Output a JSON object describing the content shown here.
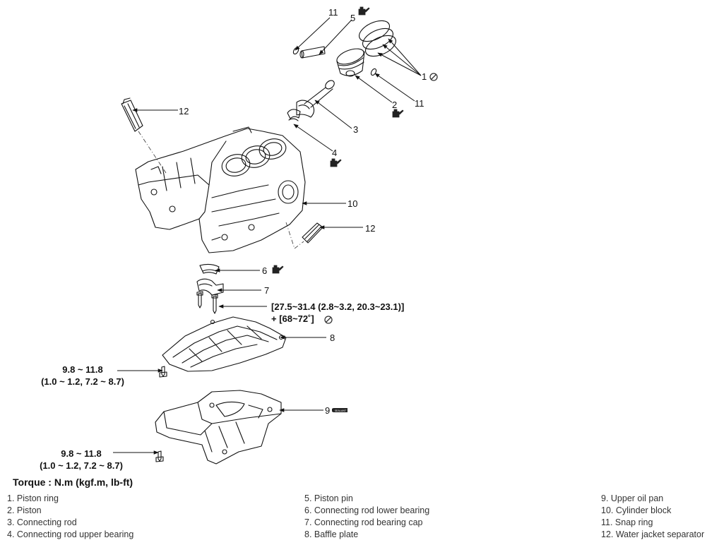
{
  "callouts": {
    "c11_top": "11",
    "c5": "5",
    "c1": "1",
    "c2": "2",
    "c11_mid": "11",
    "c12_top": "12",
    "c3": "3",
    "c4": "4",
    "c10": "10",
    "c12_bottom": "12",
    "c6": "6",
    "c7": "7",
    "c8": "8",
    "c9": "9"
  },
  "specs": {
    "bearing_cap_bolt": {
      "line1": "[27.5~31.4 (2.8~3.2, 20.3~23.1)]",
      "line2": "+ [68~72˚]"
    },
    "baffle_bolt": {
      "line1": "9.8 ~ 11.8",
      "line2": "(1.0 ~ 1.2, 7.2 ~ 8.7)"
    },
    "oil_pan_bolt": {
      "line1": "9.8 ~ 11.8",
      "line2": "(1.0 ~ 1.2, 7.2 ~ 8.7)"
    }
  },
  "sealant_label": "SEALANT",
  "torque_unit_label": "Torque : N.m (kgf.m, lb-ft)",
  "legend": {
    "col1": [
      "1. Piston ring",
      "2. Piston",
      "3. Connecting rod",
      "4. Connecting rod upper bearing"
    ],
    "col2": [
      "5. Piston pin",
      "6. Connecting rod lower bearing",
      "7. Connecting rod bearing cap",
      "8. Baffle plate"
    ],
    "col3": [
      "9. Upper oil pan",
      "10. Cylinder block",
      "11. Snap ring",
      "12. Water jacket separator"
    ]
  },
  "icons": {
    "oil": "oil-can-icon",
    "no_reuse": "no-reuse-icon",
    "sealant": "sealant-tube-icon"
  }
}
